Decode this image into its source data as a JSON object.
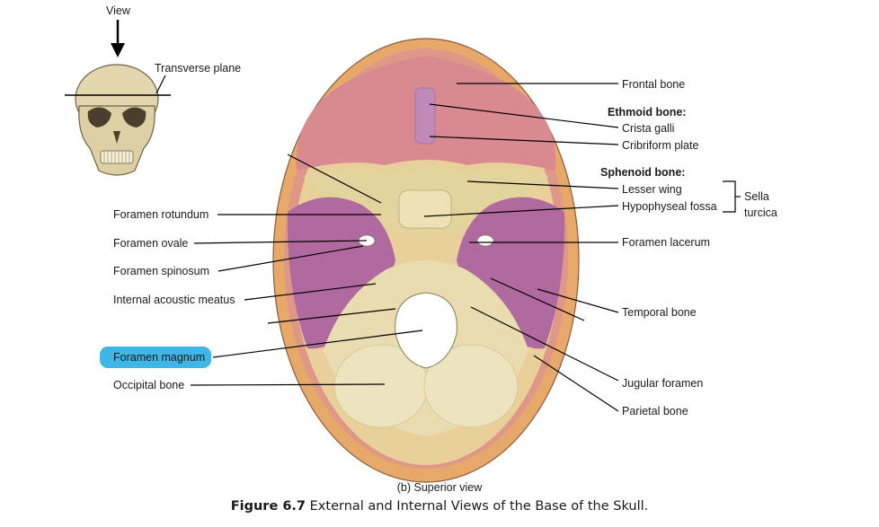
{
  "inset": {
    "view": "View",
    "plane": "Transverse plane"
  },
  "labels_left": {
    "foramen_rotundum": "Foramen rotundum",
    "foramen_ovale": "Foramen ovale",
    "foramen_spinosum": "Foramen spinosum",
    "internal_acoustic_meatus": "Internal acoustic meatus",
    "foramen_magnum": "Foramen magnum",
    "occipital_bone": "Occipital bone"
  },
  "labels_right": {
    "frontal_bone": "Frontal bone",
    "ethmoid_heading": "Ethmoid bone:",
    "crista_galli": "Crista galli",
    "cribriform_plate": "Cribriform plate",
    "sphenoid_heading": "Sphenoid bone:",
    "lesser_wing": "Lesser wing",
    "hypophyseal_fossa": "Hypophyseal fossa",
    "sella_line1": "Sella",
    "sella_line2": "turcica",
    "foramen_lacerum": "Foramen lacerum",
    "temporal_bone": "Temporal bone",
    "jugular_foramen": "Jugular foramen",
    "parietal_bone": "Parietal bone"
  },
  "caption": {
    "subtitle": "(b) Superior view",
    "figure_label": "Figure 6.7",
    "figure_text": " External and Internal Views of the Base of the Skull."
  },
  "colors": {
    "frontal": "#d98a91",
    "sphenoid": "#e3d49e",
    "temporal": "#b06a9f",
    "occipital": "#e8dcb0",
    "rim": "#e7a96a",
    "outer_rim": "#d98aa0",
    "highlight": "#3fb6e6"
  }
}
